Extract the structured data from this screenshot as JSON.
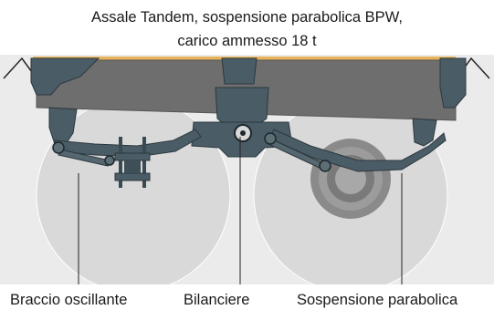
{
  "title": {
    "line1": "Assale Tandem, sospensione parabolica BPW,",
    "line2": "carico ammesso 18 t"
  },
  "labels": {
    "trailing_arm": "Braccio oscillante",
    "equalizer": "Bilanciere",
    "parabolic_spring": "Sospensione parabolica"
  },
  "colors": {
    "background": "#ebebeb",
    "wheel": "#d8d8d8",
    "chassis": "#6d6d6d",
    "steel": "#4a5c66",
    "top_strip": "#e4b15a",
    "line": "#222222"
  }
}
